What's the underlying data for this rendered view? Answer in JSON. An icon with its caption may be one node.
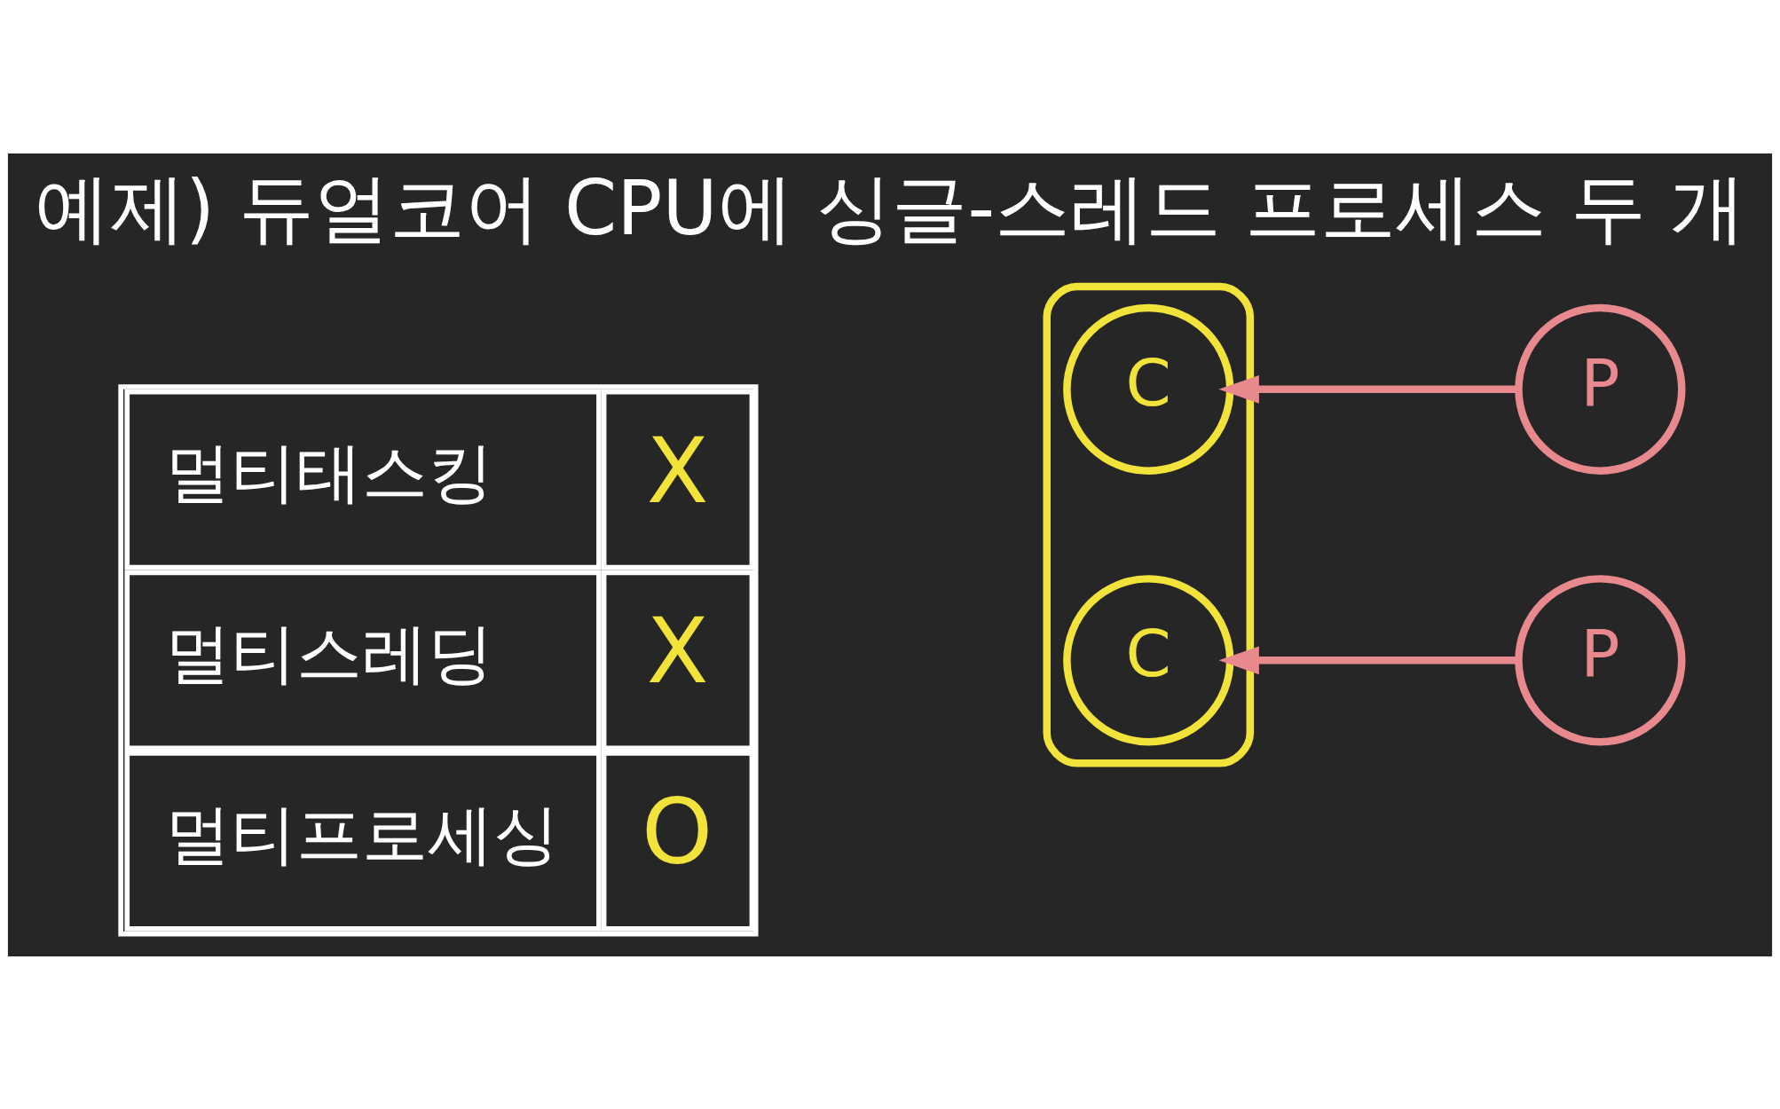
{
  "diagram": {
    "title": "예제) 듀얼코어 CPU에 싱글-스레드 프로세스 두 개",
    "nodes": [
      {
        "text": [],
        "shape": "box"
      },
      {
        "text": [
          "C"
        ],
        "in": 0
      },
      {
        "text": [
          "C"
        ],
        "in": 0
      },
      {
        "text": [
          "P"
        ]
      },
      {
        "text": [
          "P"
        ]
      }
    ],
    "edges": [
      {
        "from": 3,
        "to": 1,
        "arrow": "to"
      },
      {
        "from": 4,
        "to": 2,
        "arrow": "to"
      }
    ],
    "labels": [
      "멀티태스킹",
      "X",
      "멀티스레딩",
      "X",
      "멀티프로세싱",
      "O"
    ]
  }
}
